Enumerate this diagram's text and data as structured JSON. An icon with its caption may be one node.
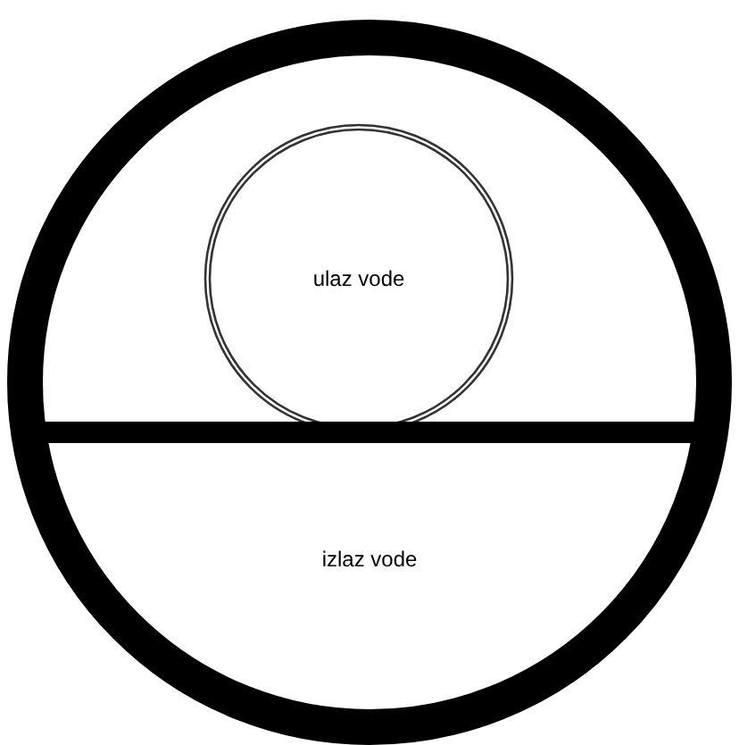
{
  "diagram": {
    "nodes": [
      {
        "text": [],
        "shape": "circle"
      },
      {
        "text": [
          "ulaz vode"
        ],
        "in": 0
      },
      {
        "text": [
          "izlaz vode"
        ],
        "in": 0
      }
    ],
    "edges": []
  }
}
